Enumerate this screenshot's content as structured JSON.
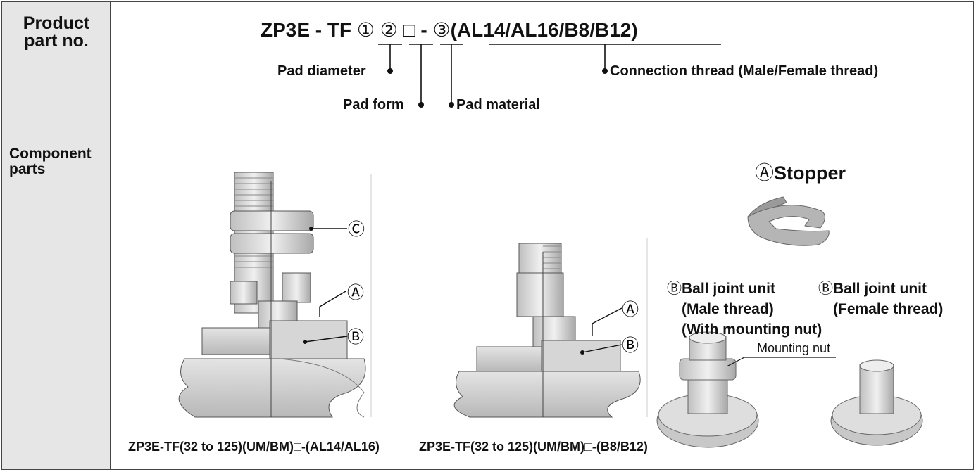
{
  "part_number_row": {
    "header": [
      "Product",
      "part no."
    ],
    "code": {
      "prefix": "ZP3E - TF",
      "circ1": "①",
      "circ2": "②",
      "box": "□",
      "dash": "-",
      "circ3": "③",
      "suffix": "(AL14/AL16/B8/B12)"
    },
    "labels": {
      "pad_diameter": "Pad diameter",
      "pad_form": "Pad form",
      "pad_material": "Pad material",
      "connection_thread": "Connection thread (Male/Female thread)"
    }
  },
  "components_row": {
    "header": [
      "Component",
      "parts"
    ],
    "diagram1": {
      "caption": "ZP3E-TF(32 to 125)(UM/BM)□-(AL14/AL16)",
      "callouts": [
        "Ⓒ",
        "Ⓐ",
        "Ⓑ"
      ]
    },
    "diagram2": {
      "caption": "ZP3E-TF(32 to 125)(UM/BM)□-(B8/B12)",
      "callouts": [
        "Ⓐ",
        "Ⓑ"
      ]
    },
    "stopper": {
      "mark": "Ⓐ",
      "label": "Stopper"
    },
    "ball_joint_male": {
      "mark": "Ⓑ",
      "lines": [
        "Ball joint unit",
        "(Male thread)",
        "(With mounting nut)"
      ]
    },
    "ball_joint_female": {
      "mark": "Ⓑ",
      "lines": [
        "Ball joint unit",
        "(Female thread)"
      ]
    },
    "mounting_nut_label": "Mounting nut"
  }
}
